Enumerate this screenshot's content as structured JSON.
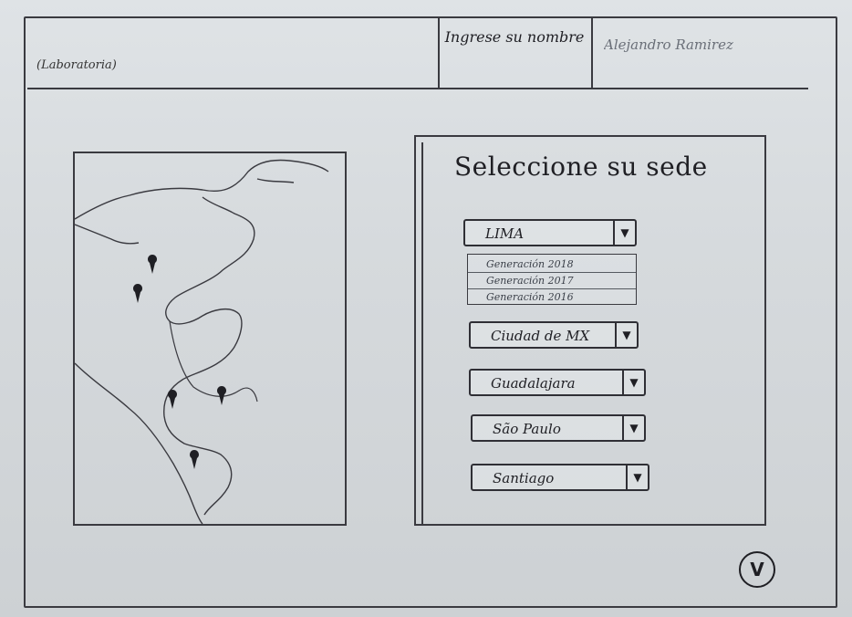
{
  "header": {
    "logo_text": "(Laboratoria)",
    "name_label": "Ingrese su nombre",
    "name_value": "Alejandro Ramirez"
  },
  "map": {
    "pins": [
      "pin",
      "pin",
      "pin",
      "pin",
      "pin"
    ]
  },
  "panel": {
    "title": "Seleccione su sede",
    "selects": [
      {
        "value": "LIMA",
        "open": true,
        "options": [
          "Generación 2018",
          "Generación 2017",
          "Generación 2016"
        ]
      },
      {
        "value": "Ciudad de MX"
      },
      {
        "value": "Guadalajara"
      },
      {
        "value": "São Paulo"
      },
      {
        "value": "Santiago"
      }
    ]
  },
  "confirm": {
    "label": "V",
    "icon": "check-icon"
  },
  "colors": {
    "ink": "#2a2a2e",
    "paper": "#d6dadd"
  }
}
